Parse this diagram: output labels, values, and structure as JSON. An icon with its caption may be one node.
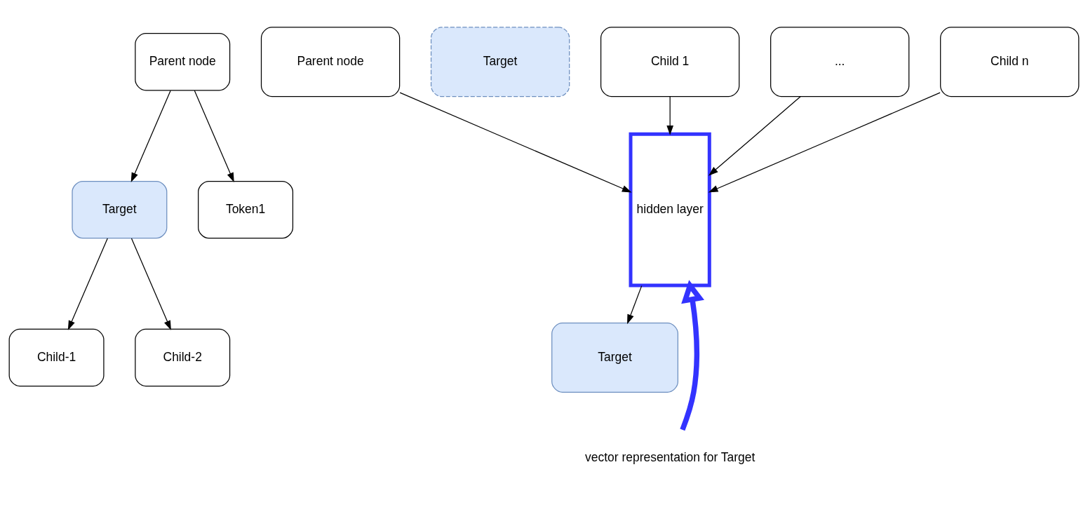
{
  "diagram": {
    "nodes": [
      {
        "text": [
          "Parent node"
        ]
      },
      {
        "text": [
          "Target"
        ]
      },
      {
        "text": [
          "Token1"
        ]
      },
      {
        "text": [
          "Child-1"
        ]
      },
      {
        "text": [
          "Child-2"
        ]
      },
      {
        "text": [
          "Parent node"
        ]
      },
      {
        "text": [
          "Target"
        ]
      },
      {
        "text": [
          "Child 1"
        ]
      },
      {
        "text": [
          "..."
        ]
      },
      {
        "text": [
          "Child n"
        ]
      },
      {
        "text": [
          "hidden layer"
        ]
      },
      {
        "text": [
          "Target"
        ]
      },
      {
        "text": [
          "vector representation for Target"
        ]
      }
    ],
    "edges": [
      {
        "from": 0,
        "to": 1,
        "arrow": "to"
      },
      {
        "from": 0,
        "to": 2,
        "arrow": "to"
      },
      {
        "from": 1,
        "to": 3,
        "arrow": "to"
      },
      {
        "from": 1,
        "to": 4,
        "arrow": "to"
      },
      {
        "from": 5,
        "to": 10,
        "arrow": "to"
      },
      {
        "from": 7,
        "to": 10,
        "arrow": "to"
      },
      {
        "from": 8,
        "to": 10,
        "arrow": "to"
      },
      {
        "from": 9,
        "to": 10,
        "arrow": "to"
      },
      {
        "from": 10,
        "to": 11,
        "arrow": "to"
      },
      {
        "from": 12,
        "to": 10,
        "arrow": "to",
        "style": "thick",
        "color": "#3333ff"
      }
    ]
  }
}
